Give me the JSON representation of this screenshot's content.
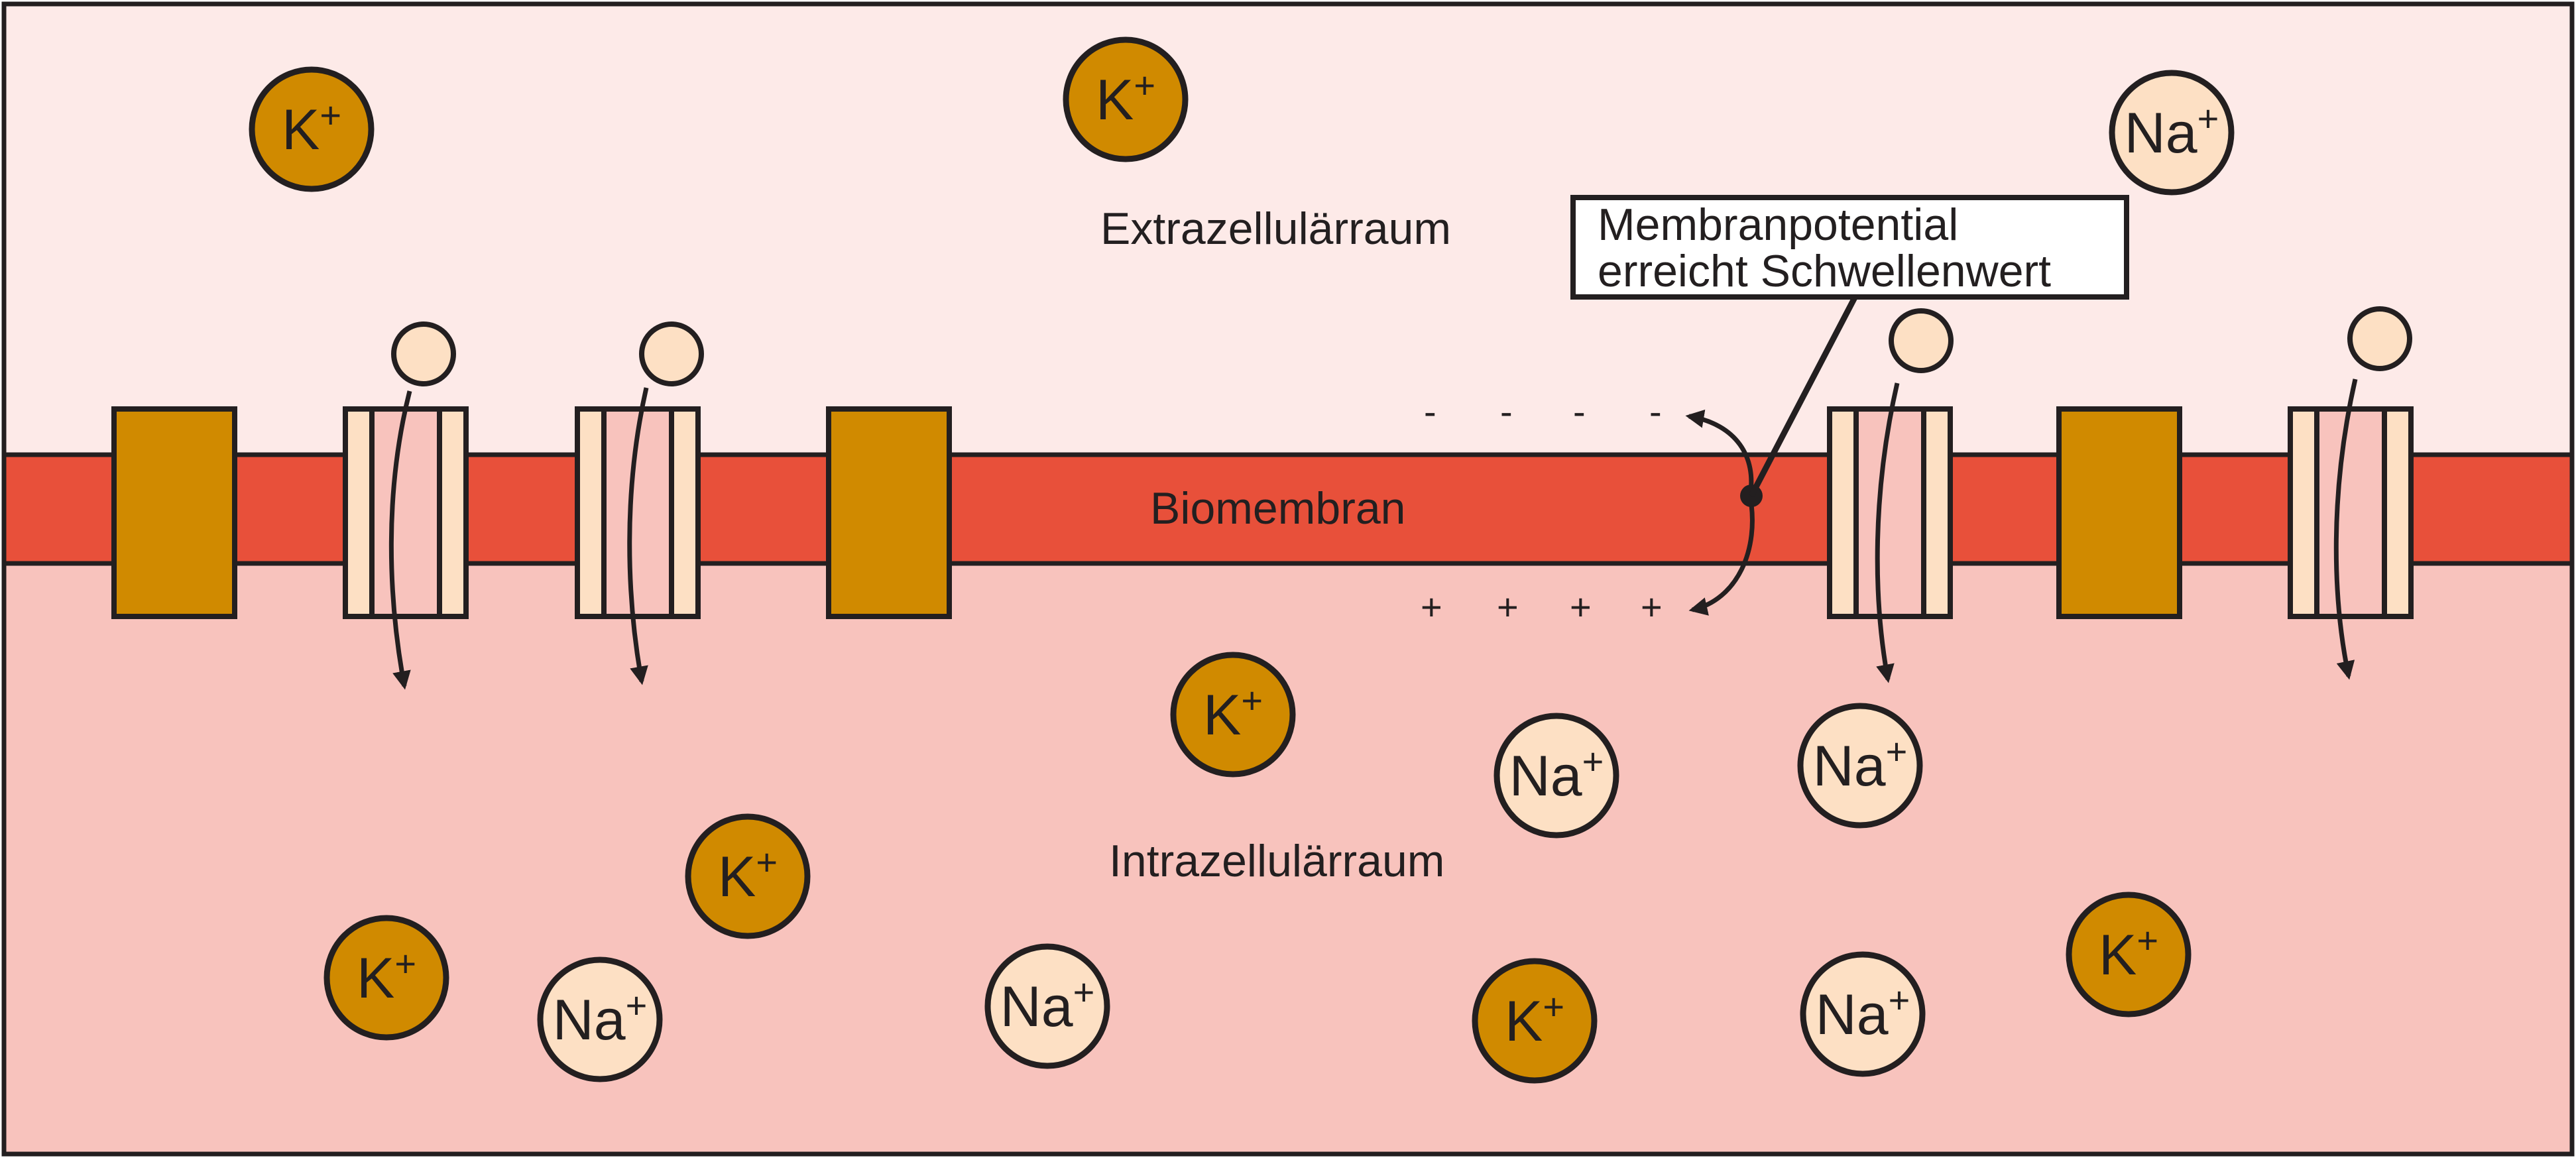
{
  "labels": {
    "extracellular": "Extrazellulärraum",
    "membrane": "Biomembran",
    "intracellular": "Intrazellulärraum",
    "callout_line1": "Membranpotential",
    "callout_line2": "erreicht Schwellenwert"
  },
  "charges": {
    "outside": "-",
    "inside": "+"
  },
  "ions": {
    "potassium": {
      "symbol": "K",
      "charge": "+"
    },
    "sodium": {
      "symbol": "Na",
      "charge": "+"
    }
  },
  "colors": {
    "extracellular": "#fdeae8",
    "intracellular": "#f8c3bd",
    "membrane": "#e8503a",
    "potassium_ion": "#d08a00",
    "sodium_ion": "#fde0c4",
    "outline": "#231f20"
  }
}
